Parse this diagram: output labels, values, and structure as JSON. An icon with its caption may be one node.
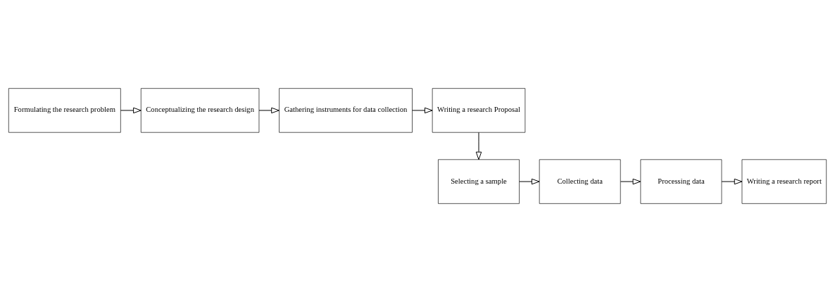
{
  "diagram": {
    "nodes": [
      {
        "text": [
          "Formulating the research problem"
        ]
      },
      {
        "text": [
          "Conceptualizing the research design"
        ]
      },
      {
        "text": [
          "Gathering instruments for data collection"
        ]
      },
      {
        "text": [
          "Writing a research Proposal"
        ]
      },
      {
        "text": [
          "Writing a research report"
        ]
      },
      {
        "text": [
          "Processing data"
        ]
      },
      {
        "text": [
          "Collecting data"
        ]
      },
      {
        "text": [
          "Selecting a sample"
        ]
      }
    ],
    "edges": [
      {
        "from": 0,
        "to": 1,
        "arrow": "to"
      },
      {
        "from": 1,
        "to": 2,
        "arrow": "to"
      },
      {
        "from": 2,
        "to": 3,
        "arrow": "to"
      },
      {
        "from": 3,
        "to": 7,
        "arrow": "to"
      },
      {
        "from": 7,
        "to": 6,
        "arrow": "to"
      },
      {
        "from": 6,
        "to": 5,
        "arrow": "to"
      },
      {
        "from": 5,
        "to": 4,
        "arrow": "to"
      }
    ]
  }
}
